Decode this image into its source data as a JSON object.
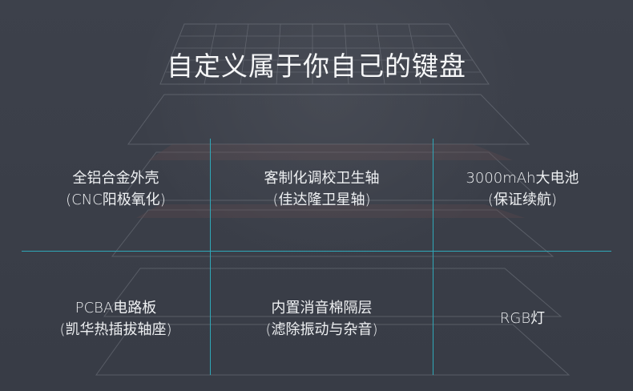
{
  "title": "自定义属于你自己的键盘",
  "accent_color": "#2fa8b8",
  "background_color": "#3b3f4a",
  "features": [
    {
      "line1": "全铝合金外壳",
      "line2": "(CNC阳极氧化)"
    },
    {
      "line1": "客制化调校卫生轴",
      "line2": "(佳达隆卫星轴)"
    },
    {
      "line1": "3000mAh大电池",
      "line2": "(保证续航)"
    },
    {
      "line1": "PCBA电路板",
      "line2": "(凯华热插拔轴座)"
    },
    {
      "line1": "内置消音棉隔层",
      "line2": "(滤除振动与杂音)"
    },
    {
      "line1": "RGB灯"
    }
  ]
}
